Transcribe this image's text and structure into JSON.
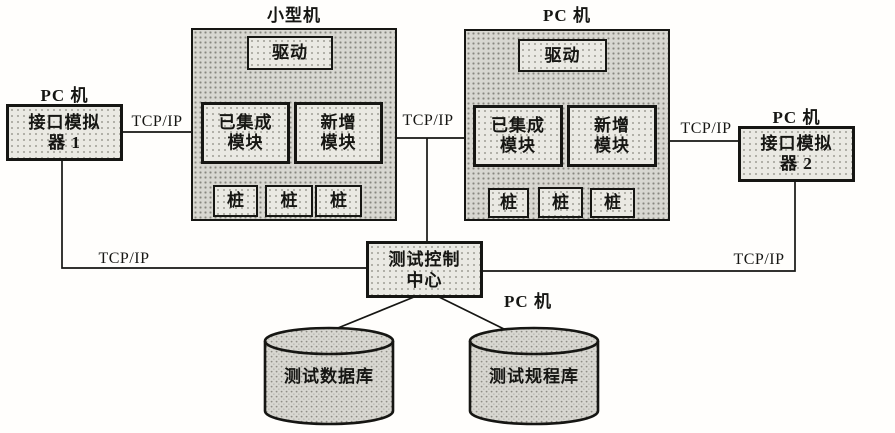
{
  "colors": {
    "ink": "#161613",
    "container_fill": "#d8d7d1",
    "box_fill": "#eae9e3",
    "background": "#ffffff"
  },
  "simulator1": {
    "machine_label": "PC 机",
    "name_line1": "接口模拟",
    "name_line2": "器 1"
  },
  "simulator2": {
    "machine_label": "PC 机",
    "name_line1": "接口模拟",
    "name_line2": "器 2"
  },
  "mini_host": {
    "title": "小型机",
    "driver": "驱动",
    "integrated_line1": "已集成",
    "integrated_line2": "模块",
    "new_line1": "新增",
    "new_line2": "模块",
    "stubs": [
      "桩",
      "桩",
      "桩"
    ]
  },
  "pc_host": {
    "title": "PC 机",
    "driver": "驱动",
    "integrated_line1": "已集成",
    "integrated_line2": "模块",
    "new_line1": "新增",
    "new_line2": "模块",
    "stubs": [
      "桩",
      "桩",
      "桩"
    ]
  },
  "control_center": {
    "line1": "测试控制",
    "line2": "中心",
    "machine_label": "PC 机"
  },
  "databases": {
    "left": "测试数据库",
    "right": "测试规程库"
  },
  "links": {
    "tcpip_left": "TCP/IP",
    "tcpip_middle": "TCP/IP",
    "tcpip_right": "TCP/IP",
    "tcpip_bottom_left": "TCP/IP",
    "tcpip_bottom_right": "TCP/IP"
  }
}
